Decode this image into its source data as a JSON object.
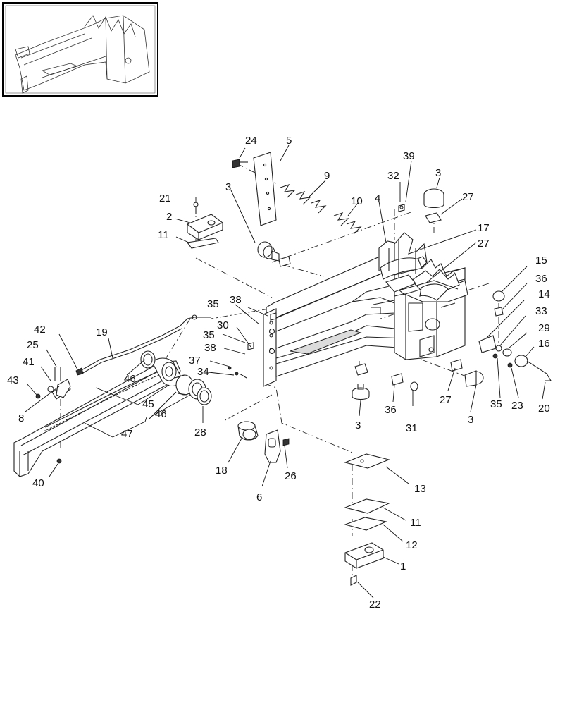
{
  "diagram": {
    "callouts": [
      "24",
      "5",
      "39",
      "3",
      "9",
      "32",
      "27",
      "21",
      "3",
      "10",
      "4",
      "2",
      "11",
      "17",
      "27",
      "15",
      "36",
      "14",
      "33",
      "29",
      "16",
      "20",
      "23",
      "35",
      "38",
      "35",
      "30",
      "35",
      "38",
      "37",
      "34",
      "42",
      "19",
      "25",
      "41",
      "43",
      "8",
      "46",
      "45",
      "46",
      "47",
      "40",
      "28",
      "18",
      "26",
      "6",
      "27",
      "3",
      "36",
      "31",
      "3",
      "13",
      "11",
      "12",
      "1",
      "22"
    ]
  }
}
